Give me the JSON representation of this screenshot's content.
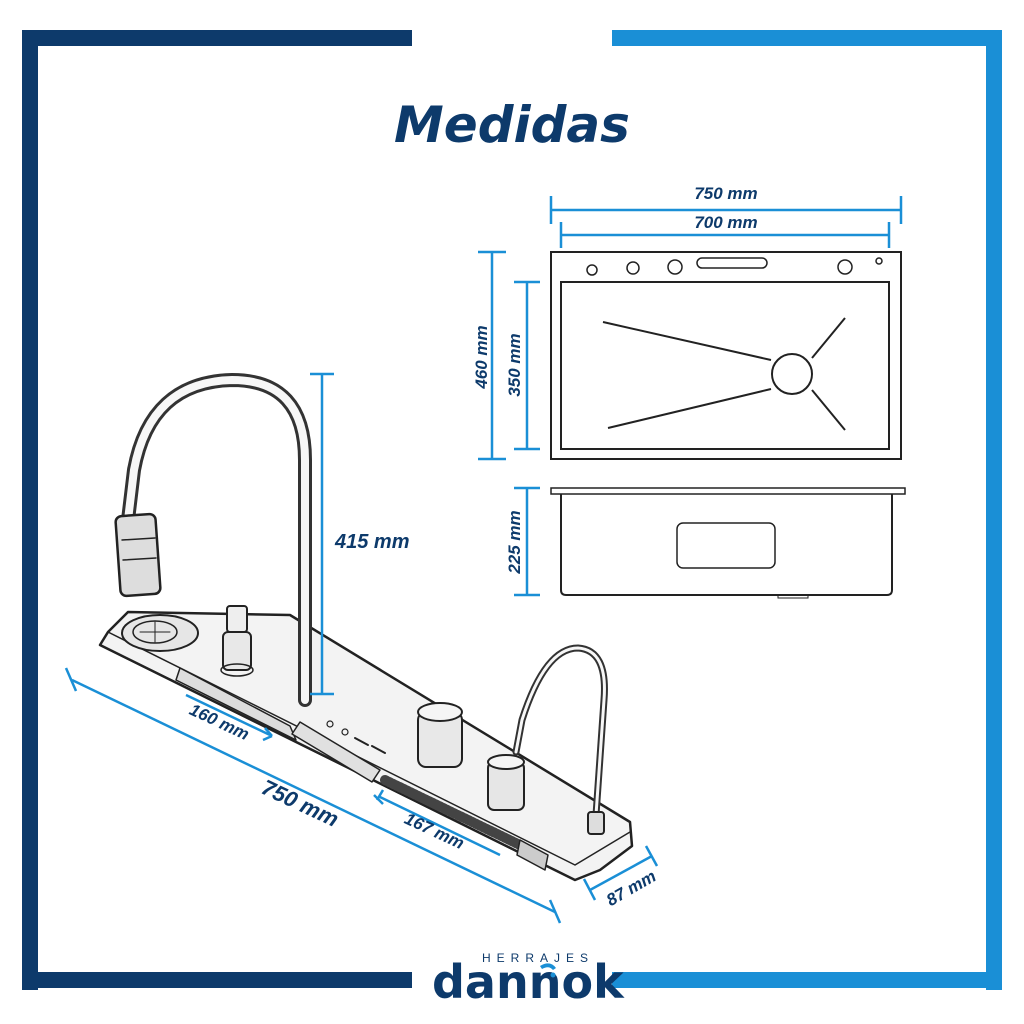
{
  "title": "Medidas",
  "colors": {
    "frame_dark": "#0d3a6b",
    "frame_light": "#1a8fd6",
    "dimension_line": "#1a8fd6",
    "text": "#0d3a6b",
    "drawing": "#222222"
  },
  "dimensions": {
    "top_outer_width": "750 mm",
    "top_inner_width": "700 mm",
    "outer_depth": "460 mm",
    "inner_depth": "350 mm",
    "bowl_height": "225 mm",
    "faucet_height": "415 mm",
    "left_panel": "160 mm",
    "total_length": "750 mm",
    "right_panel": "167 mm",
    "shelf_depth": "87 mm"
  },
  "brand": {
    "tagline": "HERRAJES",
    "name": "dannok",
    "logo_icon": "faucet-drop-icon"
  },
  "icons": {
    "sink_top_view": "sink-top-view-icon",
    "sink_side_view": "sink-side-view-icon",
    "faucet": "faucet-icon"
  }
}
